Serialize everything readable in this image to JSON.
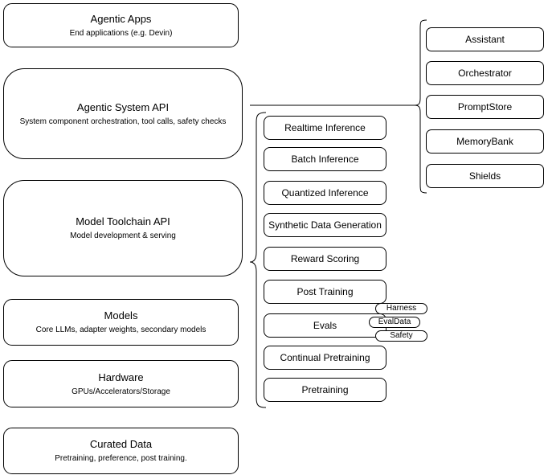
{
  "left_stack": [
    {
      "title": "Agentic Apps",
      "subtitle": "End applications (e.g. Devin)"
    },
    {
      "title": "Agentic System API",
      "subtitle": "System component orchestration, tool calls, safety checks"
    },
    {
      "title": "Model Toolchain API",
      "subtitle": "Model development & serving"
    },
    {
      "title": "Models",
      "subtitle": "Core LLMs, adapter weights, secondary models"
    },
    {
      "title": "Hardware",
      "subtitle": "GPUs/Accelerators/Storage"
    },
    {
      "title": "Curated Data",
      "subtitle": "Pretraining, preference, post training."
    }
  ],
  "toolchain_items": [
    "Realtime Inference",
    "Batch Inference",
    "Quantized Inference",
    "Synthetic Data Generation",
    "Reward Scoring",
    "Post Training",
    "Evals",
    "Continual Pretraining",
    "Pretraining"
  ],
  "eval_tags": [
    "Harness",
    "EvalData",
    "Safety"
  ],
  "system_components": [
    "Assistant",
    "Orchestrator",
    "PromptStore",
    "MemoryBank",
    "Shields"
  ],
  "colors": {
    "stroke": "#000000",
    "canvas": "#ffffff",
    "text": "#000000"
  }
}
